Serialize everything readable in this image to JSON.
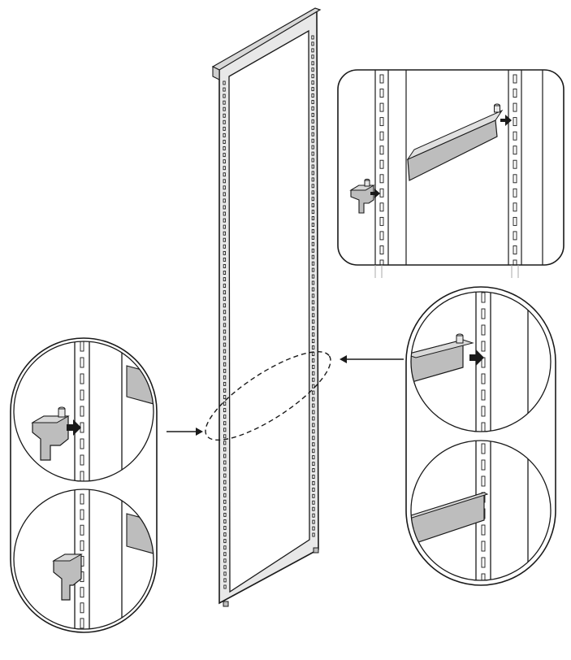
{
  "figure": {
    "caption": "",
    "colors": {
      "ink": "#1a1a1a",
      "panel_fill": "#e6e6e6",
      "rail_fill": "#ffffff",
      "shadow": "#bdbdbd",
      "background": "#ffffff"
    },
    "icons": [
      "frame-panel",
      "rail-slot",
      "bracket-clip",
      "pointer-arrow",
      "callout-circle"
    ]
  }
}
